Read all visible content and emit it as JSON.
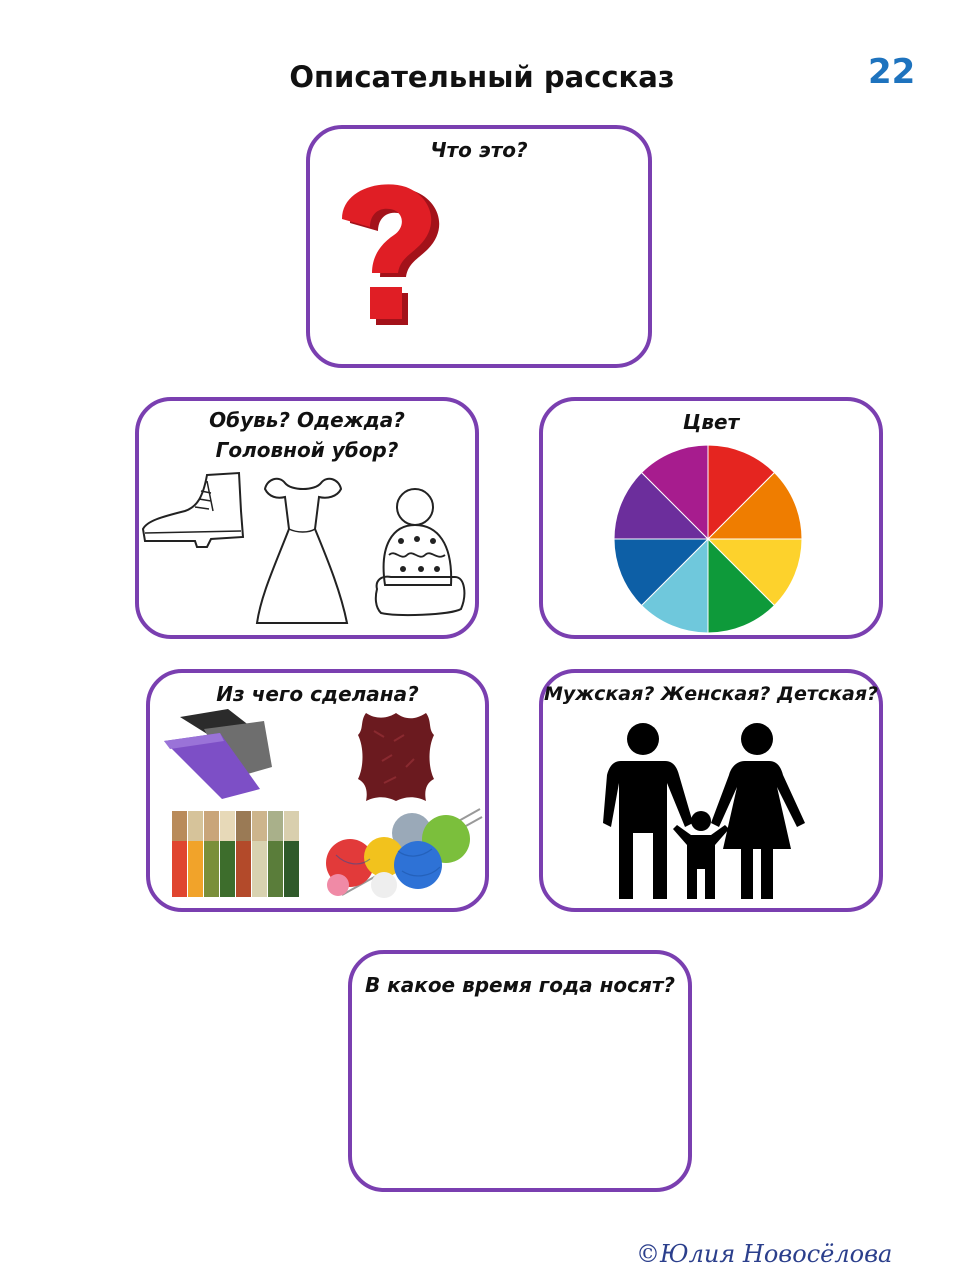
{
  "page": {
    "title": "Описательный рассказ",
    "page_number": "22"
  },
  "cards": {
    "what": {
      "label": "Что это?",
      "icon": "question-mark-icon",
      "color": "#e01e25"
    },
    "category": {
      "line1": "Обувь? Одежда?",
      "line2": "Головной убор?",
      "icons": [
        "boot-icon",
        "dress-icon",
        "knit-hat-icon"
      ]
    },
    "color": {
      "label": "Цвет",
      "icon": "color-wheel-icon",
      "wheel_colors": [
        "#e52520",
        "#ef7d00",
        "#fdd22c",
        "#0e9a3a",
        "#6fc8dc",
        "#0d5fa6",
        "#6c2e9c",
        "#a71c8e"
      ]
    },
    "material": {
      "label": "Из чего сделана?",
      "icons": [
        "fabric-swatches-icon",
        "leather-hide-icon",
        "textile-samples-icon",
        "yarn-balls-icon"
      ]
    },
    "gender": {
      "label": "Мужская? Женская? Детская?",
      "icon": "family-icon"
    },
    "season": {
      "label": "В какое время года носят?"
    }
  },
  "footer": {
    "copyright": "©Юлия Новосёлова"
  },
  "colors": {
    "border": "#7a3fb0",
    "page_number": "#1e73be",
    "footer": "#2b3f8c"
  }
}
